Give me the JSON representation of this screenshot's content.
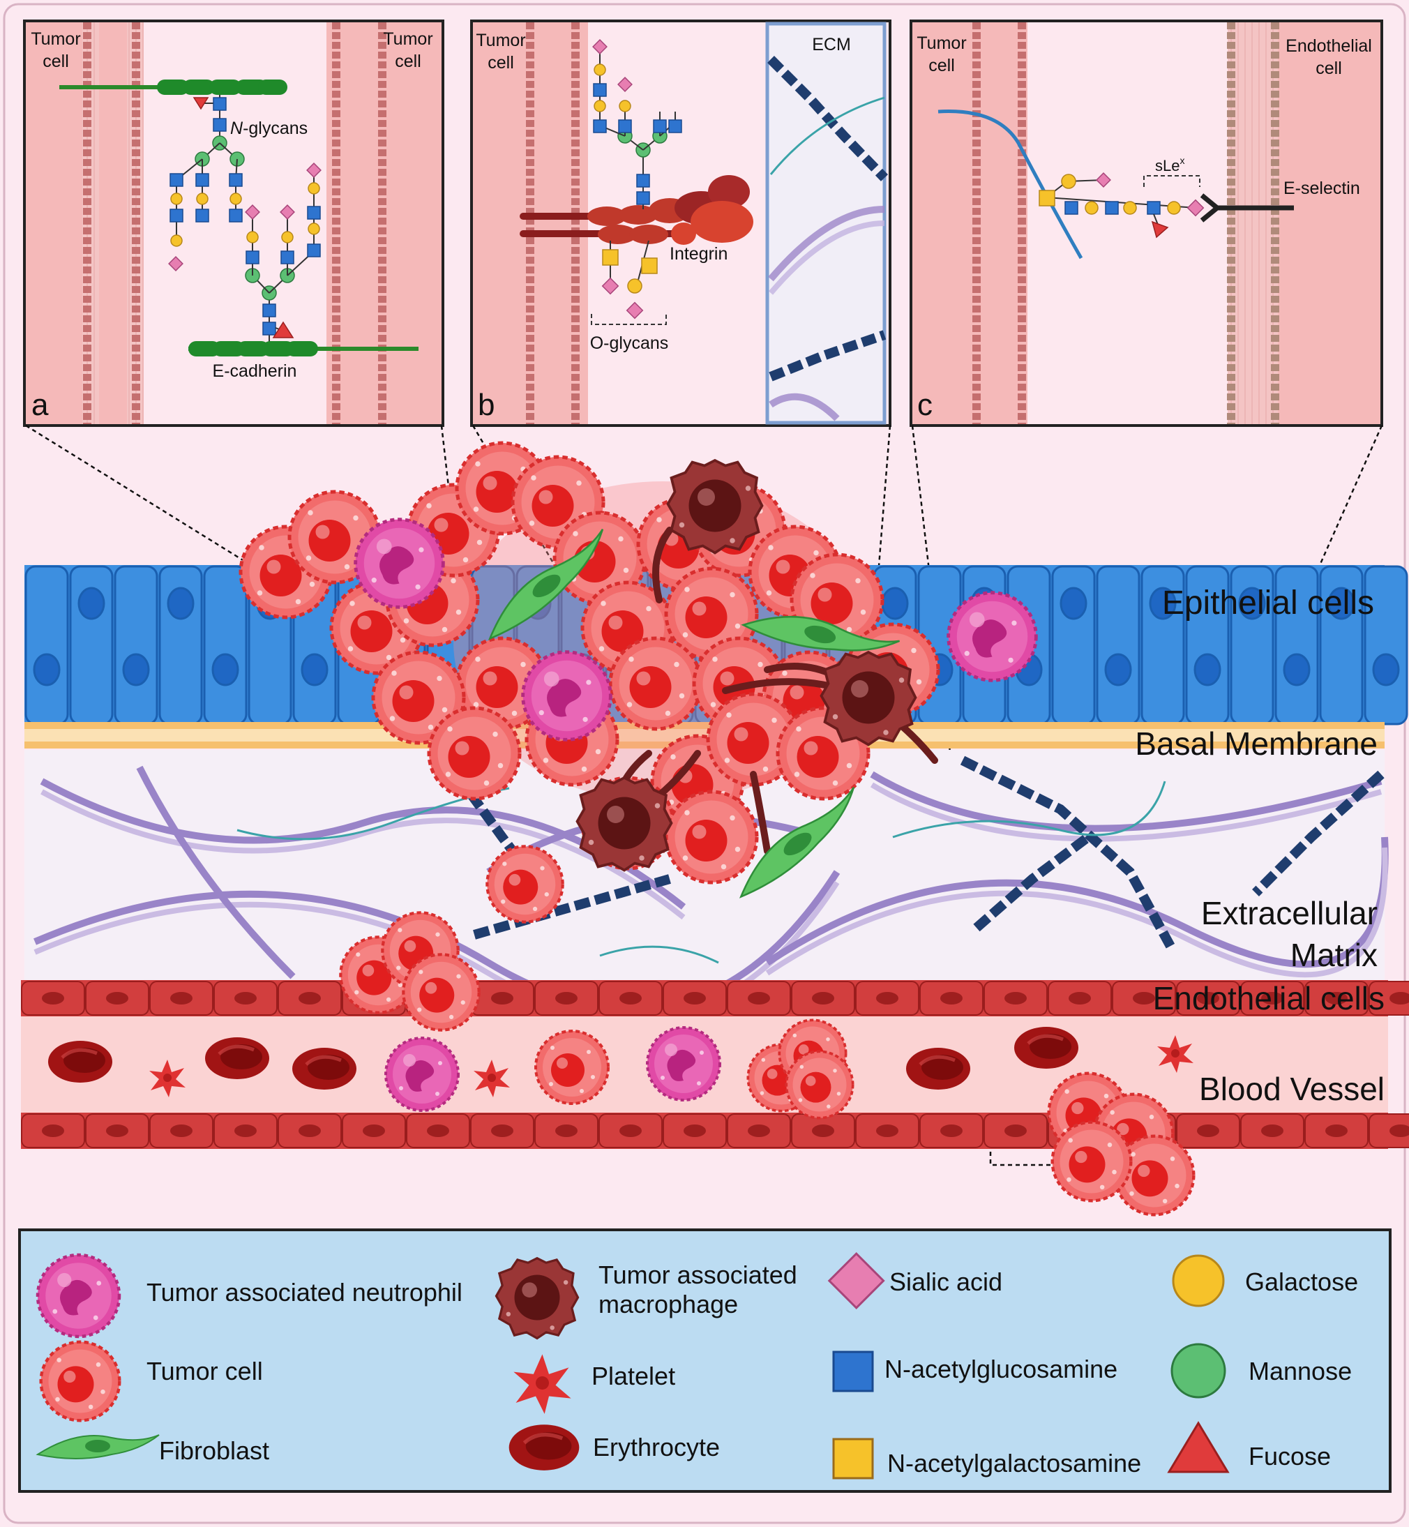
{
  "panels": {
    "a": {
      "letter": "a",
      "left_cell_label": [
        "Tumor",
        "cell"
      ],
      "right_cell_label": [
        "Tumor",
        "cell"
      ],
      "n_glycans_label_italic": "N",
      "n_glycans_label_rest": "-glycans",
      "protein_label": "E-cadherin"
    },
    "b": {
      "letter": "b",
      "cell_label": [
        "Tumor",
        "cell"
      ],
      "ecm_label": "ECM",
      "protein_label": "Integrin",
      "o_glycans_label": "O-glycans"
    },
    "c": {
      "letter": "c",
      "tumor_label": [
        "Tumor",
        "cell"
      ],
      "endothelial_label": [
        "Endothelial",
        "cell"
      ],
      "slex_base": "sLe",
      "slex_sup": "x",
      "selectin_label": "E-selectin"
    }
  },
  "scene_labels": {
    "epithelial": "Epithelial cells",
    "basal": "Basal Membrane",
    "ecm": [
      "Extracellular",
      "Matrix"
    ],
    "endothelial": "Endothelial cells",
    "vessel": "Blood Vessel"
  },
  "legend": {
    "neutrophil": "Tumor associated neutrophil",
    "macrophage": [
      "Tumor associated",
      "macrophage"
    ],
    "sialic": "Sialic acid",
    "galactose": "Galactose",
    "tumor_cell": "Tumor cell",
    "platelet": "Platelet",
    "glcnac": "N-acetylglucosamine",
    "mannose": "Mannose",
    "fibroblast": "Fibroblast",
    "erythrocyte": "Erythrocyte",
    "galnac": "N-acetylgalactosamine",
    "fucose": "Fucose"
  },
  "colors": {
    "background": "#fce9f1",
    "epithelial": "#3d8fe0",
    "tumor_cell": "#f04545",
    "neutrophil": "#e0409c",
    "macrophage": "#8e2c2c",
    "fibroblast": "#55b458",
    "endothelium": "#c73838",
    "legend_bg": "#bcdcf2",
    "sialic_acid": "#e77eb1",
    "galactose": "#f6c22a",
    "glcnac": "#2e74cf",
    "mannose": "#5cbf73",
    "galnac": "#f6c22a",
    "fucose": "#e23b3b"
  }
}
